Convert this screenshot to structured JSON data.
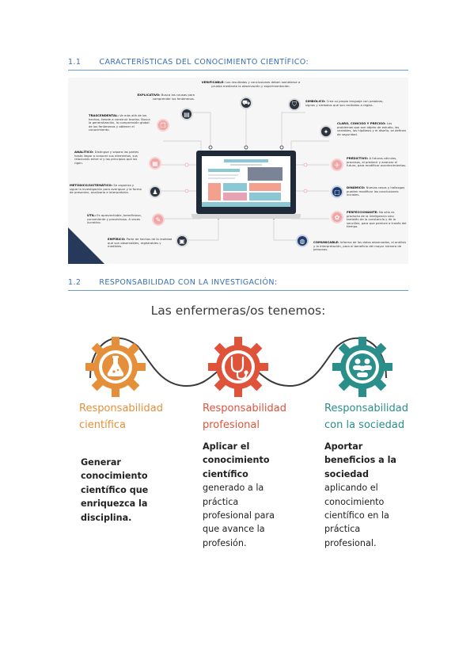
{
  "section1": {
    "number": "1.1",
    "title": "CARACTERÍSTICAS DEL CONOCIMIENTO CIENTÍFICO:"
  },
  "section2": {
    "number": "1.2",
    "title": "RESPONSABILIDAD CON LA INVESTIGACIÓN:"
  },
  "figure1": {
    "items": {
      "verificable": {
        "label": "VERIFICABLE:",
        "text": "Los resultados y conclusiones deben someterse a prueba mediante la observación y experimentación."
      },
      "explicativo": {
        "label": "EXPLICATIVO:",
        "text": "Busca las causas para comprender los fenómenos."
      },
      "trascendental": {
        "label": "TRASCENDENTAL:",
        "text": "Va más allá de los hechos, tiende a construir teorías. Busca la generalización, la comprensión global de los fenómenos y obtener el conocimiento."
      },
      "analitico": {
        "label": "ANALÍTICO:",
        "text": "Distingue y separa las partes hasta llegar a conocer sus elementos, sus relaciones entre sí y los principios que los rigen."
      },
      "metodico": {
        "label": "METÓDICO/SISTEMÁTICO:",
        "text": "Se organiza y sigue la investigación para averiguar y la forma de presentar, analizarla e interpretarla."
      },
      "util": {
        "label": "ÚTIL:",
        "text": "Es aprovechable, beneficioso, conveniente y provechoso. A veces lucrativo."
      },
      "empirico": {
        "label": "EMPÍRICO:",
        "text": "Parte de hechos de la realidad que son observables, registrables y medibles."
      },
      "simbolico": {
        "label": "SIMBÓLICO:",
        "text": "Crea su propio lenguaje con palabras, signos y símbolos que son recibidos a reglas."
      },
      "claro": {
        "label": "CLARO, CONCISO Y PRECISO:",
        "text": "Los problemas que son objeto de estudio, las variables, las hipótesis y el diseño, se definen de seguridad."
      },
      "predictivo": {
        "label": "PREDICTIVO:",
        "text": "A futuros cálculos, procesos, al predecir y avanzar el futuro, para modificar acontecimientos."
      },
      "dinamico": {
        "label": "DINÁMICO:",
        "text": "Nuevos casos y hallazgos pueden modificar las conclusiones iniciales."
      },
      "perfeccionante": {
        "label": "PERFECCIONANTE:",
        "text": "No sólo es producto de la inteligencia sino también de la constancia y de la sencillez, para que perdure a través del tiempo."
      },
      "comunicable": {
        "label": "COMUNICABLE:",
        "text": "Informa de los datos observados, el análisis y la interpretación, para el beneficio del mayor número de personas."
      }
    },
    "icons": {
      "verificable": "⛟",
      "explicativo": "▤",
      "trascendental": "❐",
      "analitico": "▦",
      "metodico": "♟",
      "util": "✎",
      "empirico": "▣",
      "simbolico": "⛉",
      "claro": "✦",
      "predictivo": "✈",
      "dinamico": "▢",
      "perfeccionante": "✿",
      "comunicable": "◍"
    }
  },
  "figure2": {
    "title": "Las enfermeras/os tenemos:",
    "colors": {
      "orange": "#e58f3a",
      "red": "#e0533b",
      "teal": "#2a8e8b",
      "dark": "#3a3a3a"
    },
    "columns": [
      {
        "head_1": "Responsabilidad",
        "head_2": "científica",
        "body": [
          "Generar",
          "conocimiento",
          "científico que",
          "enriquezca la",
          "disciplina."
        ]
      },
      {
        "head_1": "Responsabilidad",
        "head_2": "profesional",
        "body": [
          "Aplicar el",
          "conocimiento",
          "científico",
          "generado a la",
          "práctica",
          "profesional para",
          "que avance la",
          "profesión."
        ]
      },
      {
        "head_1": "Responsabilidad",
        "head_2": "con la sociedad",
        "body": [
          "Aportar",
          "beneficios a la",
          "sociedad",
          "aplicando el",
          "conocimiento",
          "científico en la",
          "práctica",
          "profesional."
        ]
      }
    ]
  }
}
